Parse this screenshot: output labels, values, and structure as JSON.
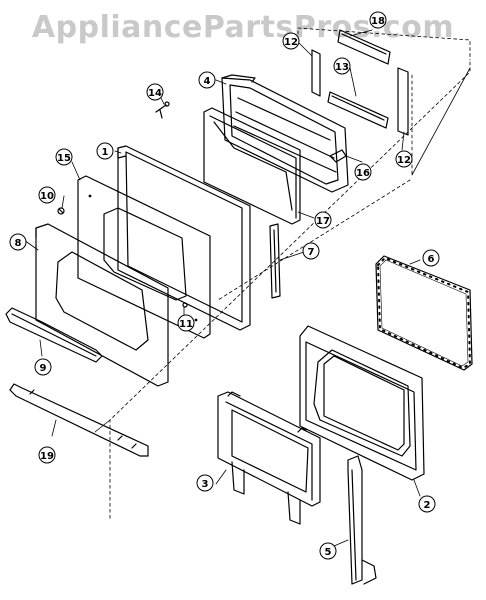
{
  "watermark": "AppliancePartsPros.com",
  "callouts": [
    {
      "id": "18",
      "label": "18"
    },
    {
      "id": "12a",
      "label": "12"
    },
    {
      "id": "4",
      "label": "4"
    },
    {
      "id": "13",
      "label": "13"
    },
    {
      "id": "14",
      "label": "14"
    },
    {
      "id": "12b",
      "label": "12"
    },
    {
      "id": "1",
      "label": "1"
    },
    {
      "id": "15",
      "label": "15"
    },
    {
      "id": "16",
      "label": "16"
    },
    {
      "id": "10",
      "label": "10"
    },
    {
      "id": "17",
      "label": "17"
    },
    {
      "id": "8",
      "label": "8"
    },
    {
      "id": "7",
      "label": "7"
    },
    {
      "id": "6",
      "label": "6"
    },
    {
      "id": "11",
      "label": "11"
    },
    {
      "id": "9",
      "label": "9"
    },
    {
      "id": "19",
      "label": "19"
    },
    {
      "id": "3",
      "label": "3"
    },
    {
      "id": "2",
      "label": "2"
    },
    {
      "id": "5",
      "label": "5"
    }
  ]
}
